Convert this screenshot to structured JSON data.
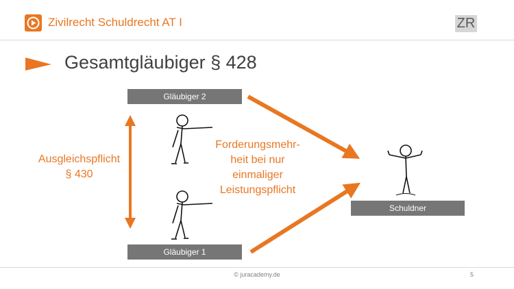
{
  "header": {
    "title": "Zivilrecht Schuldrecht AT I",
    "badge": "ZR",
    "logo_icon": "play-circle-icon"
  },
  "slide": {
    "title": "Gesamtgläubiger § 428"
  },
  "diagram": {
    "creditor_2": "Gläubiger 2",
    "creditor_1": "Gläubiger 1",
    "debtor": "Schuldner",
    "compensation": [
      "Ausgleichspflicht",
      "§ 430"
    ],
    "claims": [
      "Forderungsmehr-",
      "heit bei nur",
      "einmaliger",
      "Leistungspflicht"
    ]
  },
  "footer": {
    "copyright": "© juracademy.de",
    "page": "5"
  },
  "colors": {
    "accent": "#e87722",
    "box": "#767676",
    "text": "#404040"
  }
}
